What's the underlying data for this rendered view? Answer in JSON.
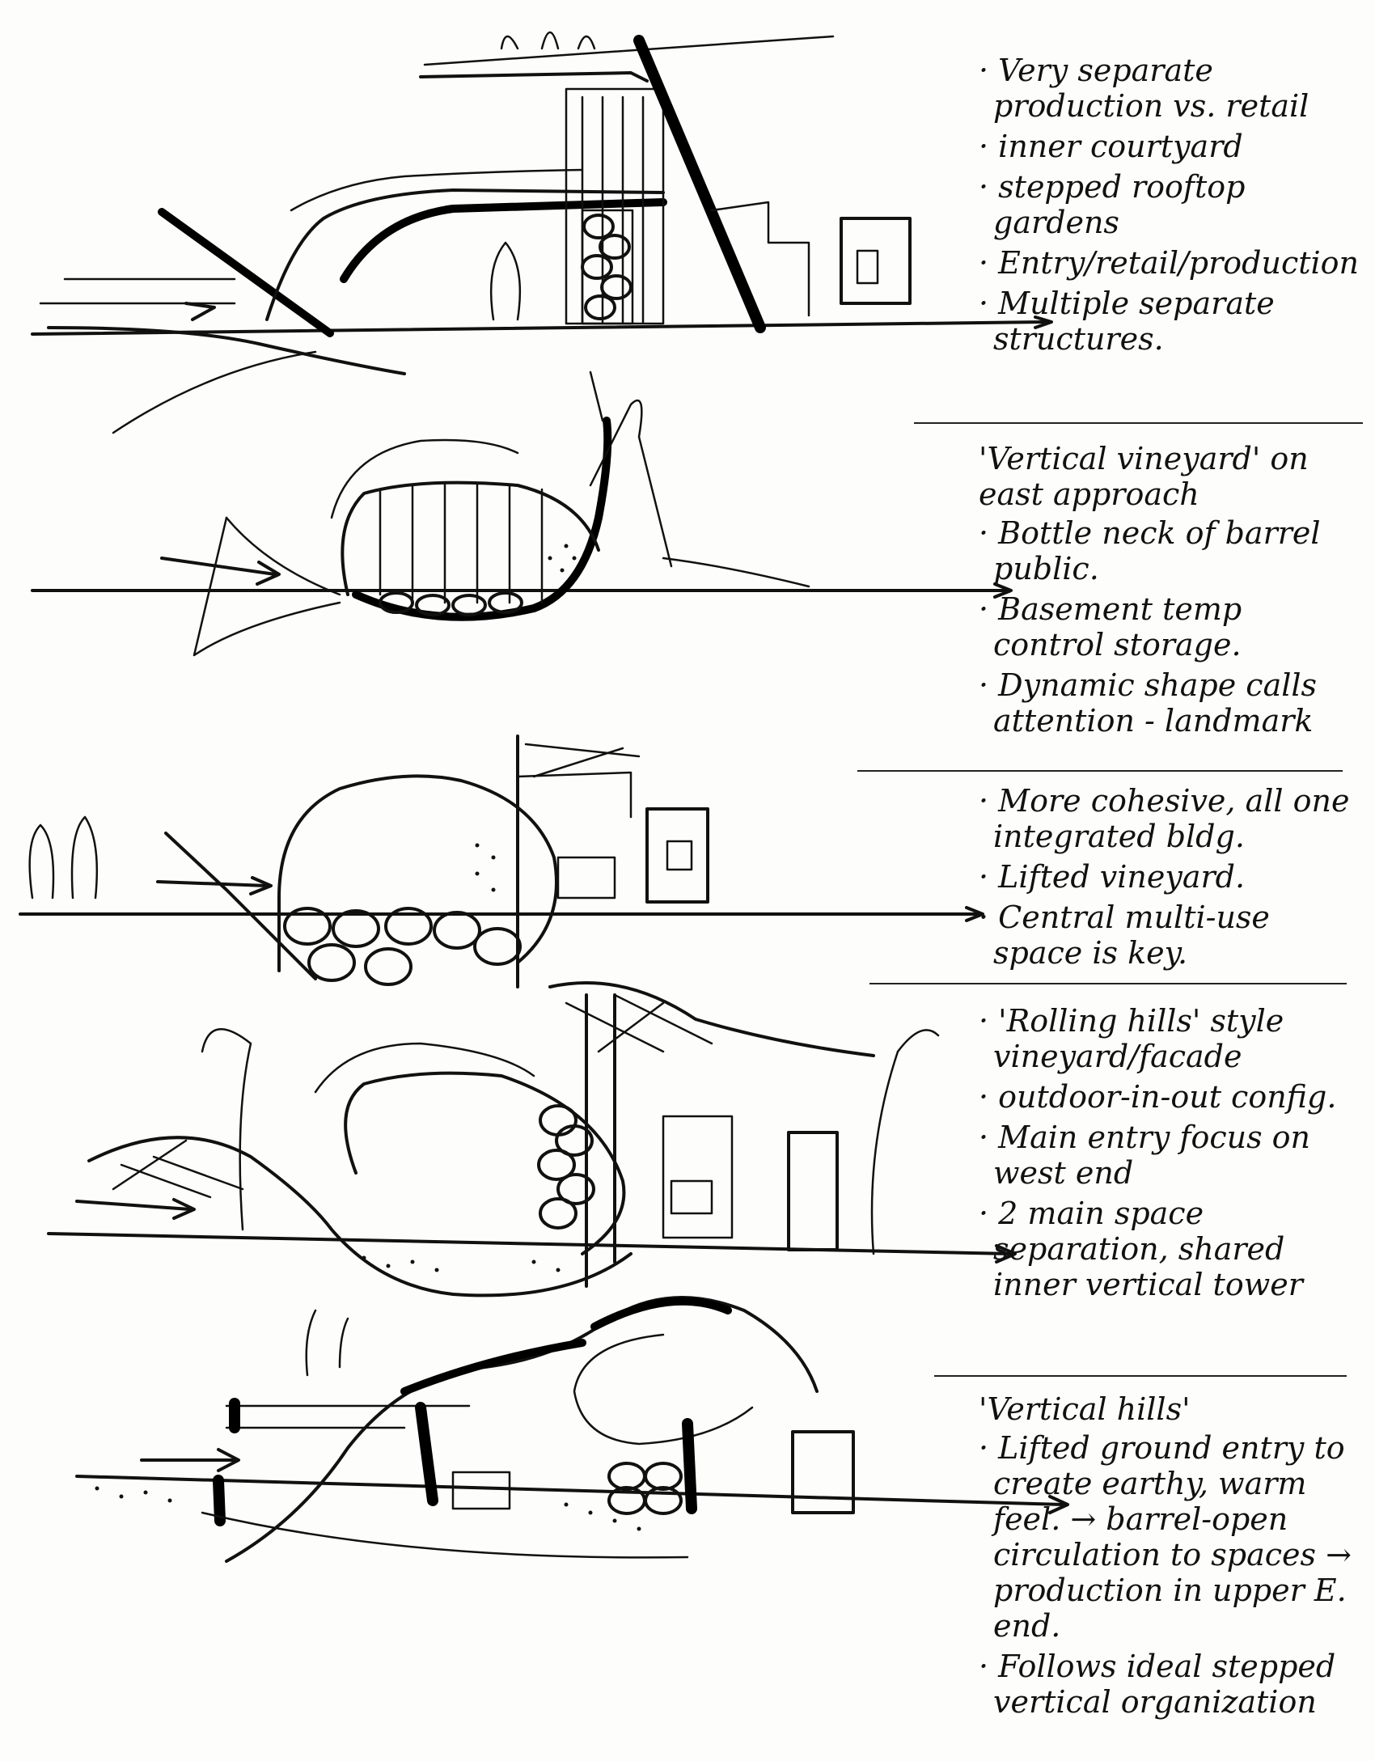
{
  "notes": [
    {
      "heading": "",
      "items": [
        "Very separate production vs. retail",
        "inner courtyard",
        "stepped rooftop gardens",
        "Entry/retail/production",
        "Multiple separate structures."
      ]
    },
    {
      "heading": "'Vertical vineyard' on east approach",
      "items": [
        "Bottle neck of barrel public.",
        "Basement temp control storage.",
        "Dynamic shape calls attention - landmark"
      ]
    },
    {
      "heading": "",
      "items": [
        "More cohesive, all one integrated bldg.",
        "Lifted vineyard.",
        "Central multi-use space is key."
      ]
    },
    {
      "heading": "",
      "items": [
        "'Rolling hills' style vineyard/facade",
        "outdoor-in-out config.",
        "Main entry focus on west end",
        "2 main space separation, shared inner vertical tower"
      ]
    },
    {
      "heading": "'Vertical hills'",
      "items": [
        "Lifted ground entry to create earthy, warm feel. → barrel-open circulation to spaces → production in upper E. end.",
        "Follows ideal stepped vertical organization"
      ]
    }
  ]
}
